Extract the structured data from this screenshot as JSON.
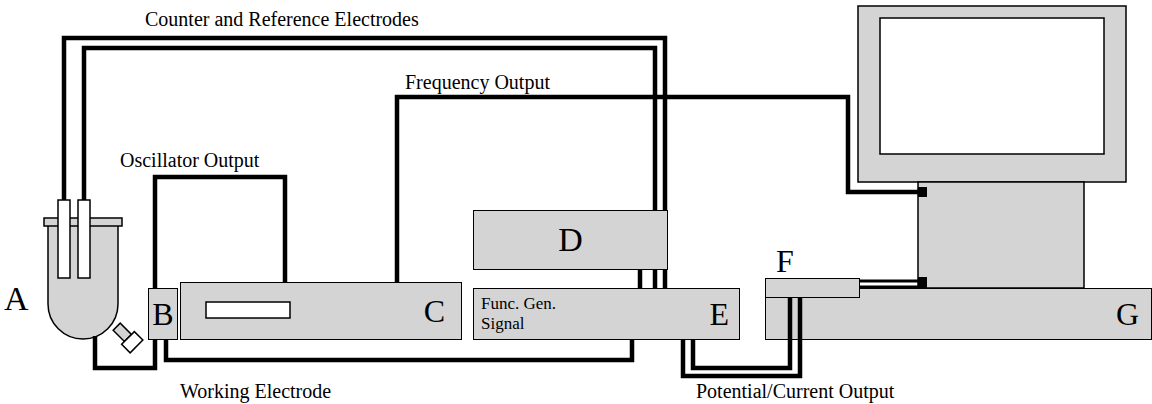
{
  "diagram": {
    "nodes": [
      {
        "text": [
          "A"
        ]
      },
      {
        "text": [
          "B"
        ]
      },
      {
        "text": [
          "C"
        ]
      },
      {
        "text": [
          "D"
        ]
      },
      {
        "text": [
          "Func. Gen. Signal",
          "E"
        ]
      },
      {
        "text": [
          "F"
        ]
      },
      {
        "text": [
          "G"
        ]
      }
    ],
    "edges": [
      {
        "from": 0,
        "to": 1,
        "arrow": "none"
      },
      {
        "from": 1,
        "to": 2,
        "arrow": "none"
      },
      {
        "from": 1,
        "to": 4,
        "arrow": "none"
      },
      {
        "from": 3,
        "to": 4,
        "arrow": "none"
      },
      {
        "from": 0,
        "to": 4,
        "arrow": "none"
      },
      {
        "from": 0,
        "to": 4,
        "arrow": "none"
      },
      {
        "from": 4,
        "to": 5,
        "arrow": "none"
      },
      {
        "from": 4,
        "to": 5,
        "arrow": "none"
      }
    ],
    "labels": [
      "Counter and Reference Electrodes",
      "Frequency Output",
      "Oscillator Output",
      "Working Electrode",
      "Potential/Current Output"
    ]
  }
}
